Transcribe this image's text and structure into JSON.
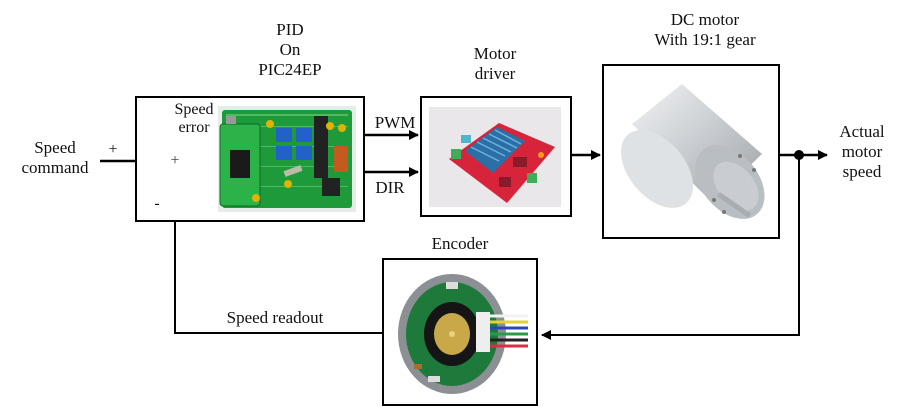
{
  "diagram": {
    "title": "PID speed control loop of DC motor",
    "inputs": {
      "speed_command": [
        "Speed",
        "command"
      ],
      "plus_sign": "+",
      "minus_sign": "-",
      "summing_junction_symbol": "+"
    },
    "blocks": {
      "controller": {
        "title": [
          "PID",
          "On",
          "PIC24EP"
        ],
        "inner_label": [
          "Speed",
          "error"
        ],
        "image": "pic24ep-pid-board-photo"
      },
      "driver": {
        "title": [
          "Motor",
          "driver"
        ],
        "image": "motor-driver-board-photo"
      },
      "motor": {
        "title": [
          "DC motor",
          "With 19:1 gear"
        ],
        "image": "geared-dc-motor-photo"
      },
      "encoder": {
        "title": "Encoder",
        "image": "encoder-disc-photo"
      }
    },
    "signals": {
      "pwm": "PWM",
      "dir": "DIR",
      "output": [
        "Actual",
        "motor",
        "speed"
      ],
      "feedback": "Speed  readout"
    },
    "colors": {
      "line": "#000000",
      "pcb_green": "#1f9a3a",
      "driver_red": "#d8243a",
      "heatsink_blue": "#2a6fa6",
      "motor_silver": "#c8ccd0",
      "brass": "#c9a84a"
    }
  }
}
